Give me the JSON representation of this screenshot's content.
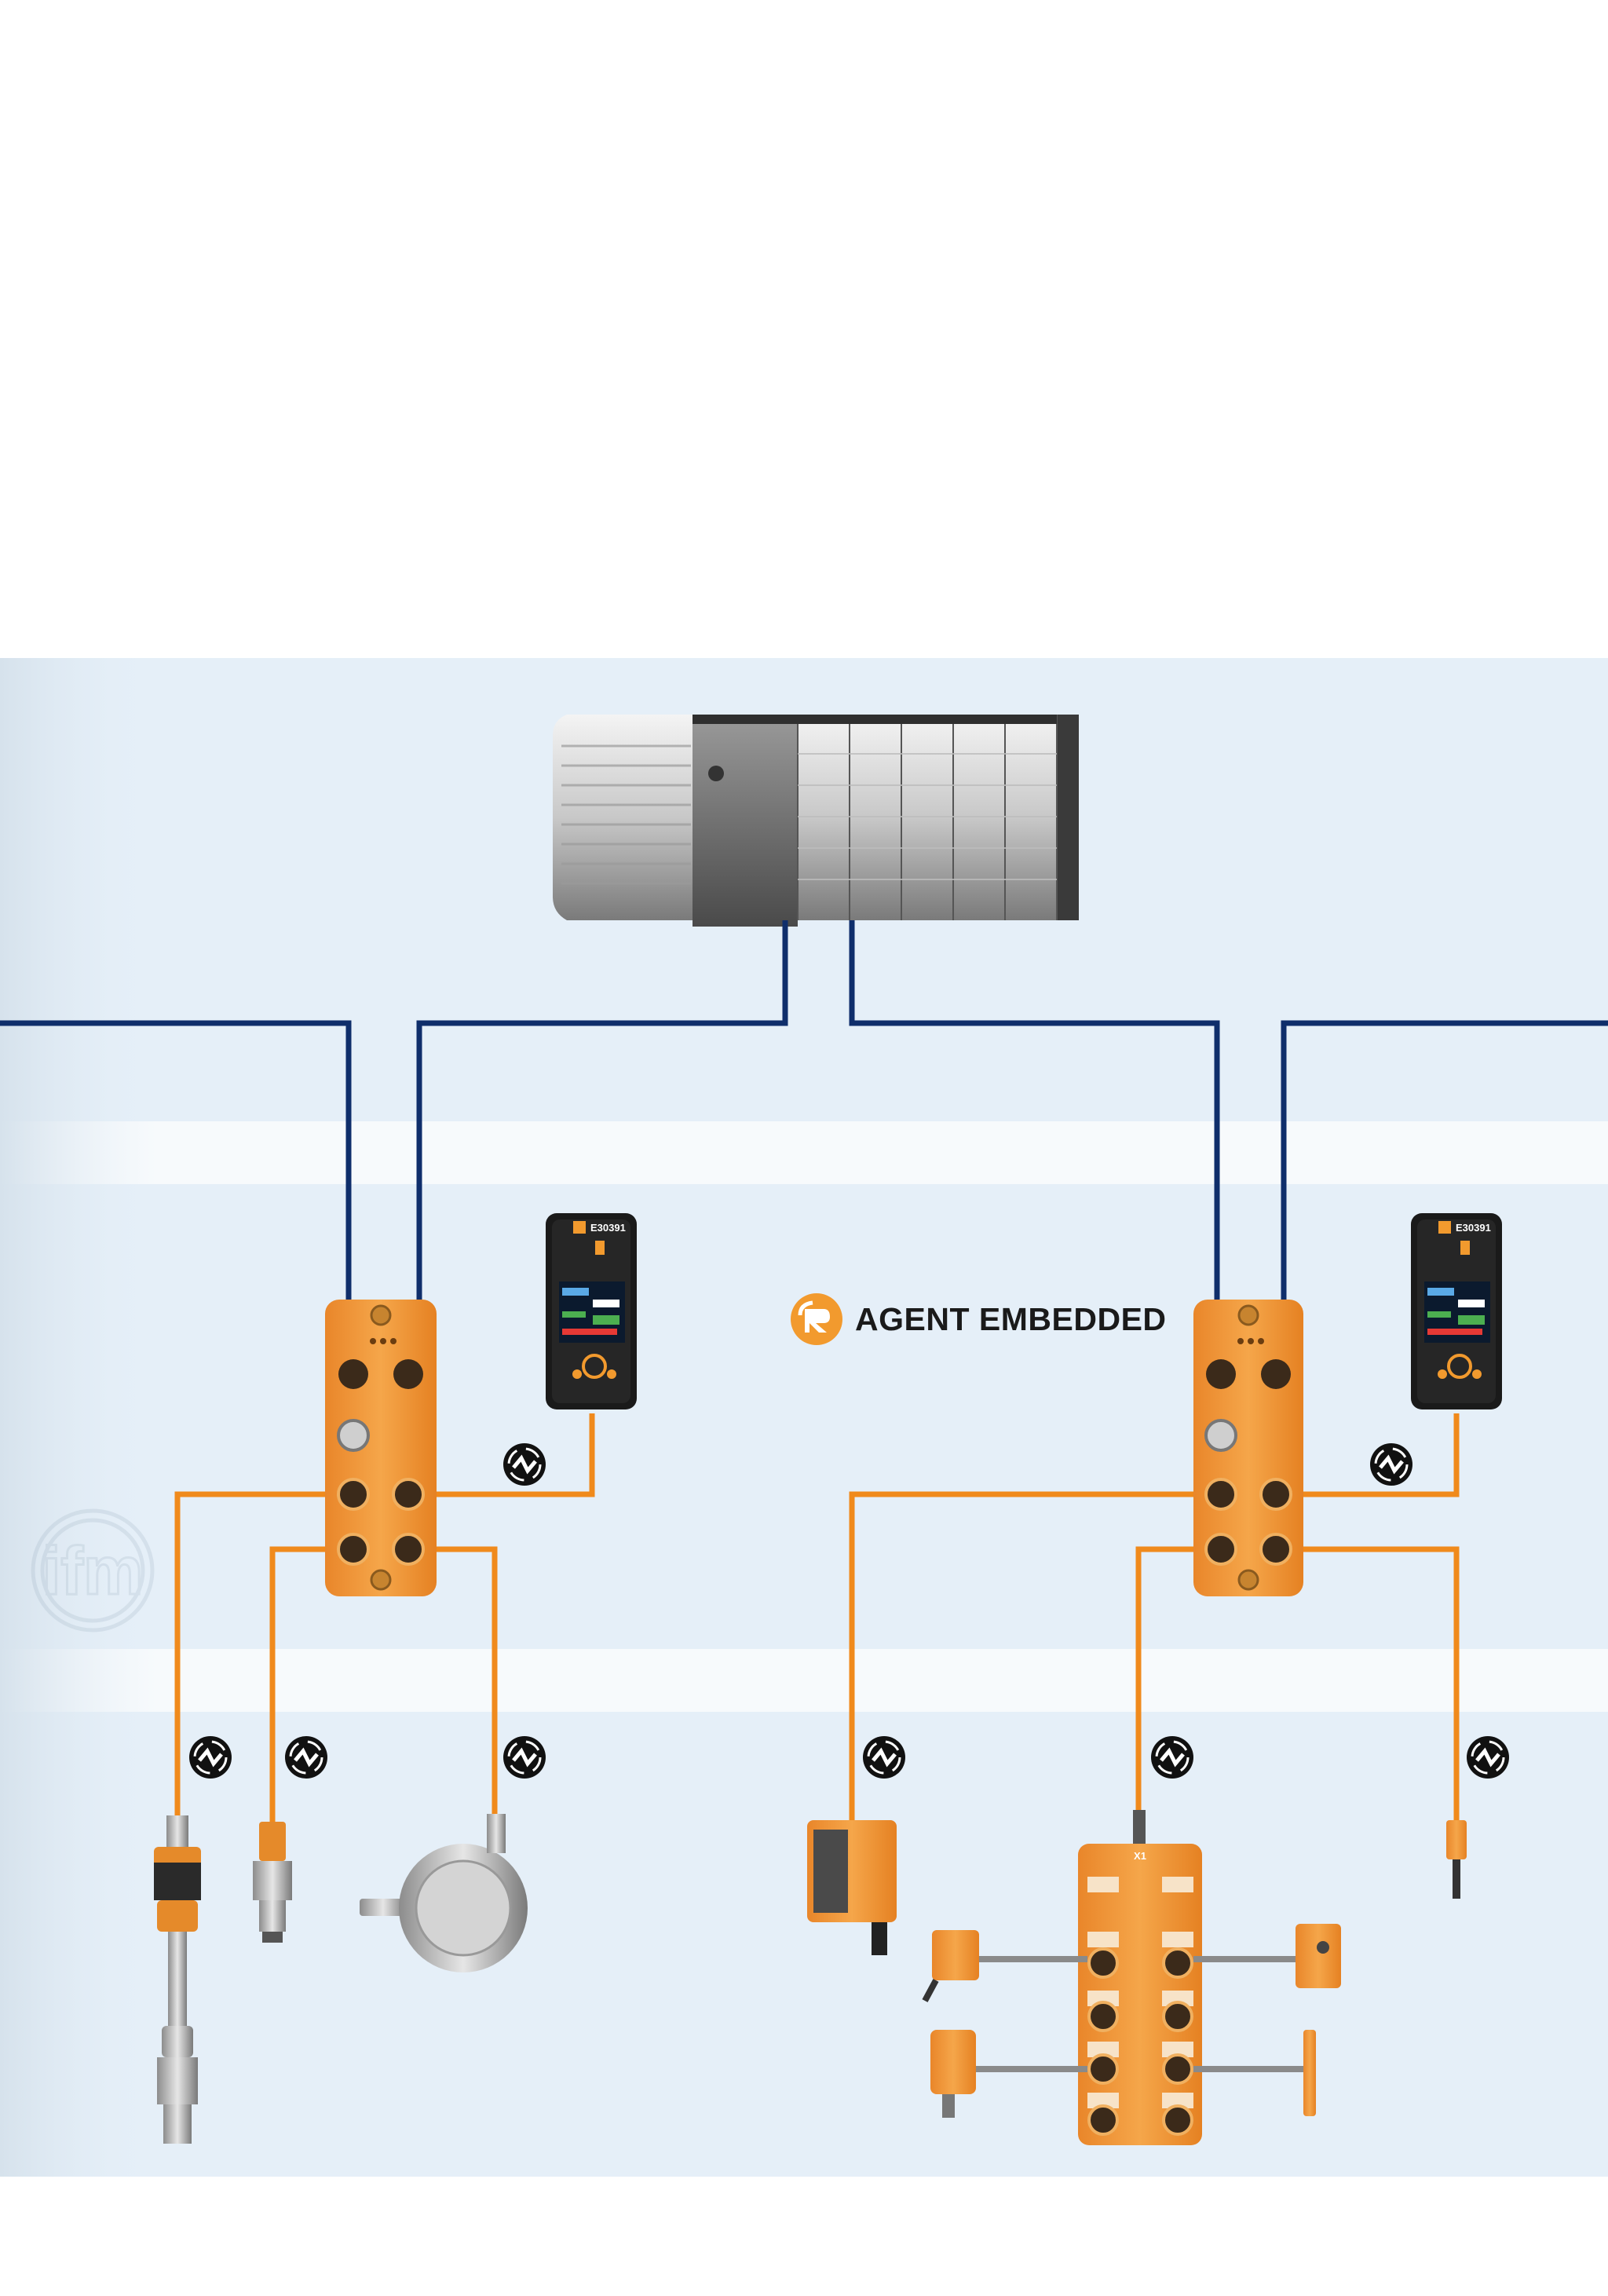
{
  "badge": {
    "text": "AGENT EMBEDDED",
    "icon": "agent-embedded-icon"
  },
  "devices": {
    "display_label": "E30391",
    "io_hub_label": "X1"
  },
  "colors": {
    "ethernet_line": "#0f2e6b",
    "io_link_line": "#f08a1c",
    "device_orange": "#f29a2e",
    "band_light_blue": "#e5eff8",
    "accent_orange": "#f29a2e"
  }
}
